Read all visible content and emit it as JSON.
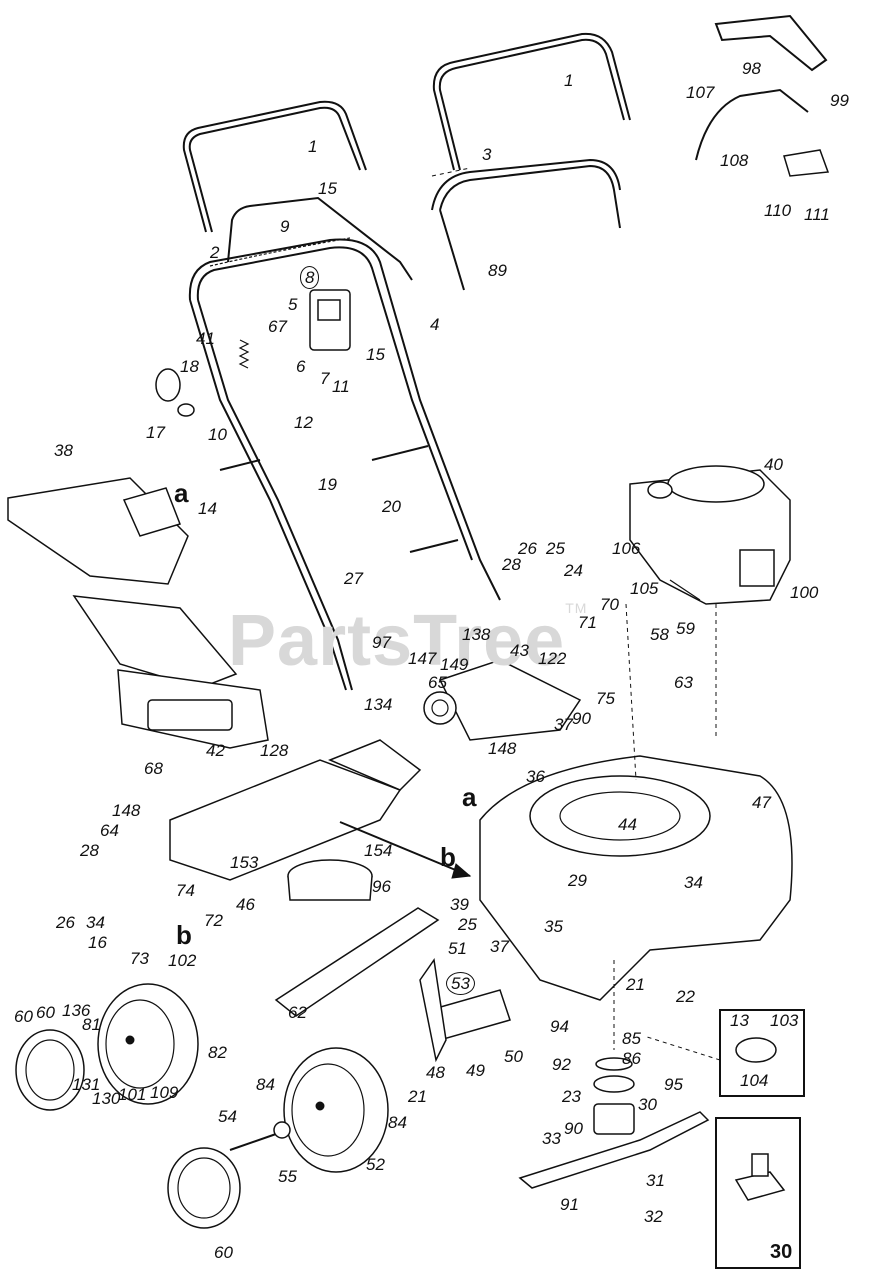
{
  "watermark": "PartsTree",
  "watermark_tm": "TM",
  "letters": {
    "a1": "a",
    "a2": "a",
    "b1": "b",
    "b2": "b"
  },
  "parts": {
    "p1a": "1",
    "p1b": "1",
    "p2": "2",
    "p3": "3",
    "p4": "4",
    "p5": "5",
    "p6": "6",
    "p7": "7",
    "p8": "8",
    "p9": "9",
    "p10": "10",
    "p11": "11",
    "p12": "12",
    "p13": "13",
    "p14": "14",
    "p15a": "15",
    "p15b": "15",
    "p16": "16",
    "p17": "17",
    "p18": "18",
    "p19": "19",
    "p20": "20",
    "p21a": "21",
    "p21b": "21",
    "p22": "22",
    "p23": "23",
    "p24": "24",
    "p25a": "25",
    "p25b": "25",
    "p26a": "26",
    "p26b": "26",
    "p27": "27",
    "p28a": "28",
    "p28b": "28",
    "p29": "29",
    "p30a": "30",
    "p30b": "30",
    "p31": "31",
    "p32": "32",
    "p33": "33",
    "p34a": "34",
    "p34b": "34",
    "p35": "35",
    "p36": "36",
    "p37a": "37",
    "p37b": "37",
    "p38": "38",
    "p39": "39",
    "p40": "40",
    "p41": "41",
    "p42": "42",
    "p43": "43",
    "p44": "44",
    "p46": "46",
    "p47": "47",
    "p48": "48",
    "p49": "49",
    "p50": "50",
    "p51": "51",
    "p52": "52",
    "p53": "53",
    "p54": "54",
    "p55": "55",
    "p58": "58",
    "p59": "59",
    "p60a": "60",
    "p60b": "60",
    "p60c": "60",
    "p62": "62",
    "p63": "63",
    "p64": "64",
    "p65": "65",
    "p67": "67",
    "p68": "68",
    "p70": "70",
    "p71": "71",
    "p72": "72",
    "p73": "73",
    "p74": "74",
    "p75": "75",
    "p81": "81",
    "p82": "82",
    "p84a": "84",
    "p84b": "84",
    "p85": "85",
    "p86": "86",
    "p89": "89",
    "p90a": "90",
    "p90b": "90",
    "p91": "91",
    "p92": "92",
    "p94": "94",
    "p95": "95",
    "p96": "96",
    "p97": "97",
    "p98": "98",
    "p99": "99",
    "p100": "100",
    "p101": "101",
    "p102": "102",
    "p103": "103",
    "p104": "104",
    "p105": "105",
    "p106": "106",
    "p107": "107",
    "p108": "108",
    "p109": "109",
    "p110": "110",
    "p111": "111",
    "p122": "122",
    "p128": "128",
    "p130": "130",
    "p131": "131",
    "p134": "134",
    "p136": "136",
    "p138": "138",
    "p147": "147",
    "p148a": "148",
    "p148b": "148",
    "p149": "149",
    "p153": "153",
    "p154": "154"
  }
}
